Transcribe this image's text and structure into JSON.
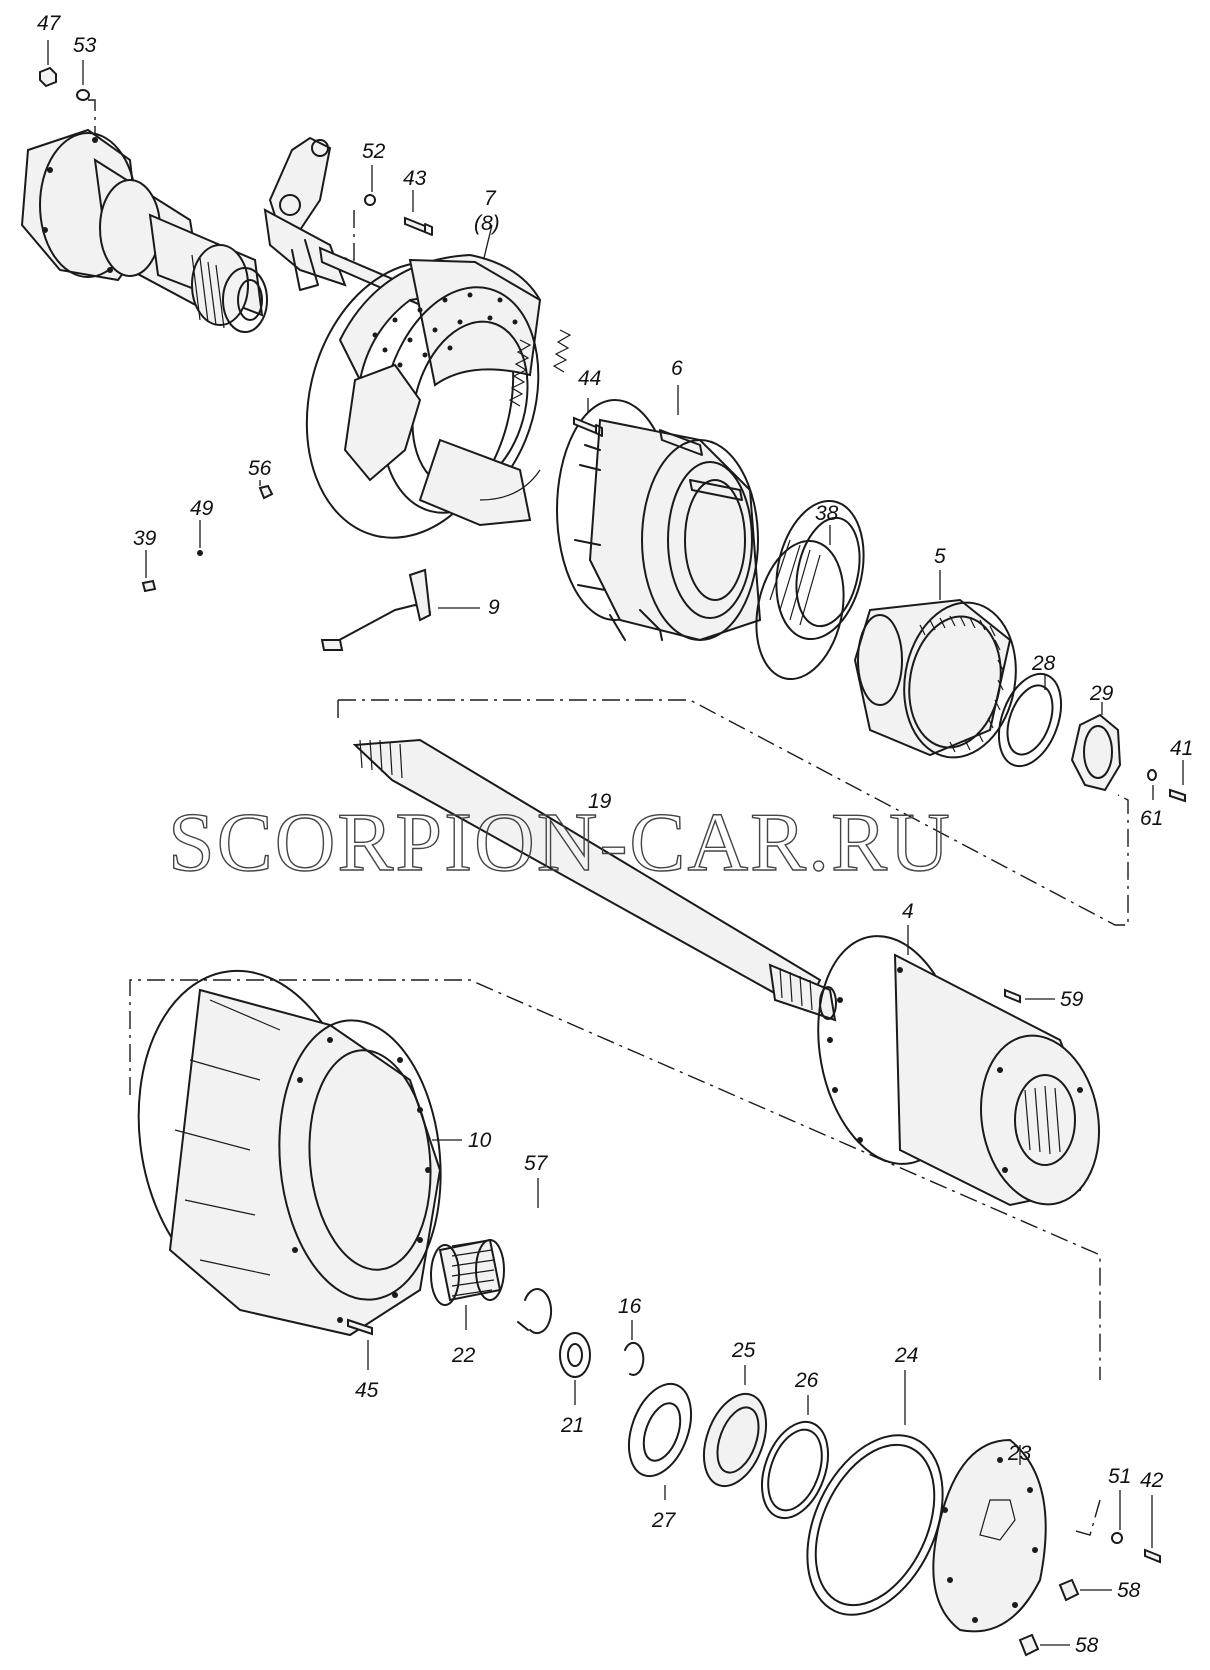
{
  "watermark": "SCORPION-CAR.RU",
  "callouts": [
    {
      "id": "47",
      "label": "47"
    },
    {
      "id": "53",
      "label": "53"
    },
    {
      "id": "52",
      "label": "52"
    },
    {
      "id": "43",
      "label": "43"
    },
    {
      "id": "7",
      "label": "7"
    },
    {
      "id": "8",
      "label": "(8)"
    },
    {
      "id": "44",
      "label": "44"
    },
    {
      "id": "6",
      "label": "6"
    },
    {
      "id": "56",
      "label": "56"
    },
    {
      "id": "49",
      "label": "49"
    },
    {
      "id": "39",
      "label": "39"
    },
    {
      "id": "38",
      "label": "38"
    },
    {
      "id": "5",
      "label": "5"
    },
    {
      "id": "9",
      "label": "9"
    },
    {
      "id": "28",
      "label": "28"
    },
    {
      "id": "29",
      "label": "29"
    },
    {
      "id": "41",
      "label": "41"
    },
    {
      "id": "61",
      "label": "61"
    },
    {
      "id": "19",
      "label": "19"
    },
    {
      "id": "4",
      "label": "4"
    },
    {
      "id": "59",
      "label": "59"
    },
    {
      "id": "10",
      "label": "10"
    },
    {
      "id": "57",
      "label": "57"
    },
    {
      "id": "16",
      "label": "16"
    },
    {
      "id": "22",
      "label": "22"
    },
    {
      "id": "45",
      "label": "45"
    },
    {
      "id": "21",
      "label": "21"
    },
    {
      "id": "25",
      "label": "25"
    },
    {
      "id": "26",
      "label": "26"
    },
    {
      "id": "27",
      "label": "27"
    },
    {
      "id": "24",
      "label": "24"
    },
    {
      "id": "23",
      "label": "23"
    },
    {
      "id": "51",
      "label": "51"
    },
    {
      "id": "42",
      "label": "42"
    },
    {
      "id": "58a",
      "label": "58"
    },
    {
      "id": "58b",
      "label": "58"
    }
  ]
}
